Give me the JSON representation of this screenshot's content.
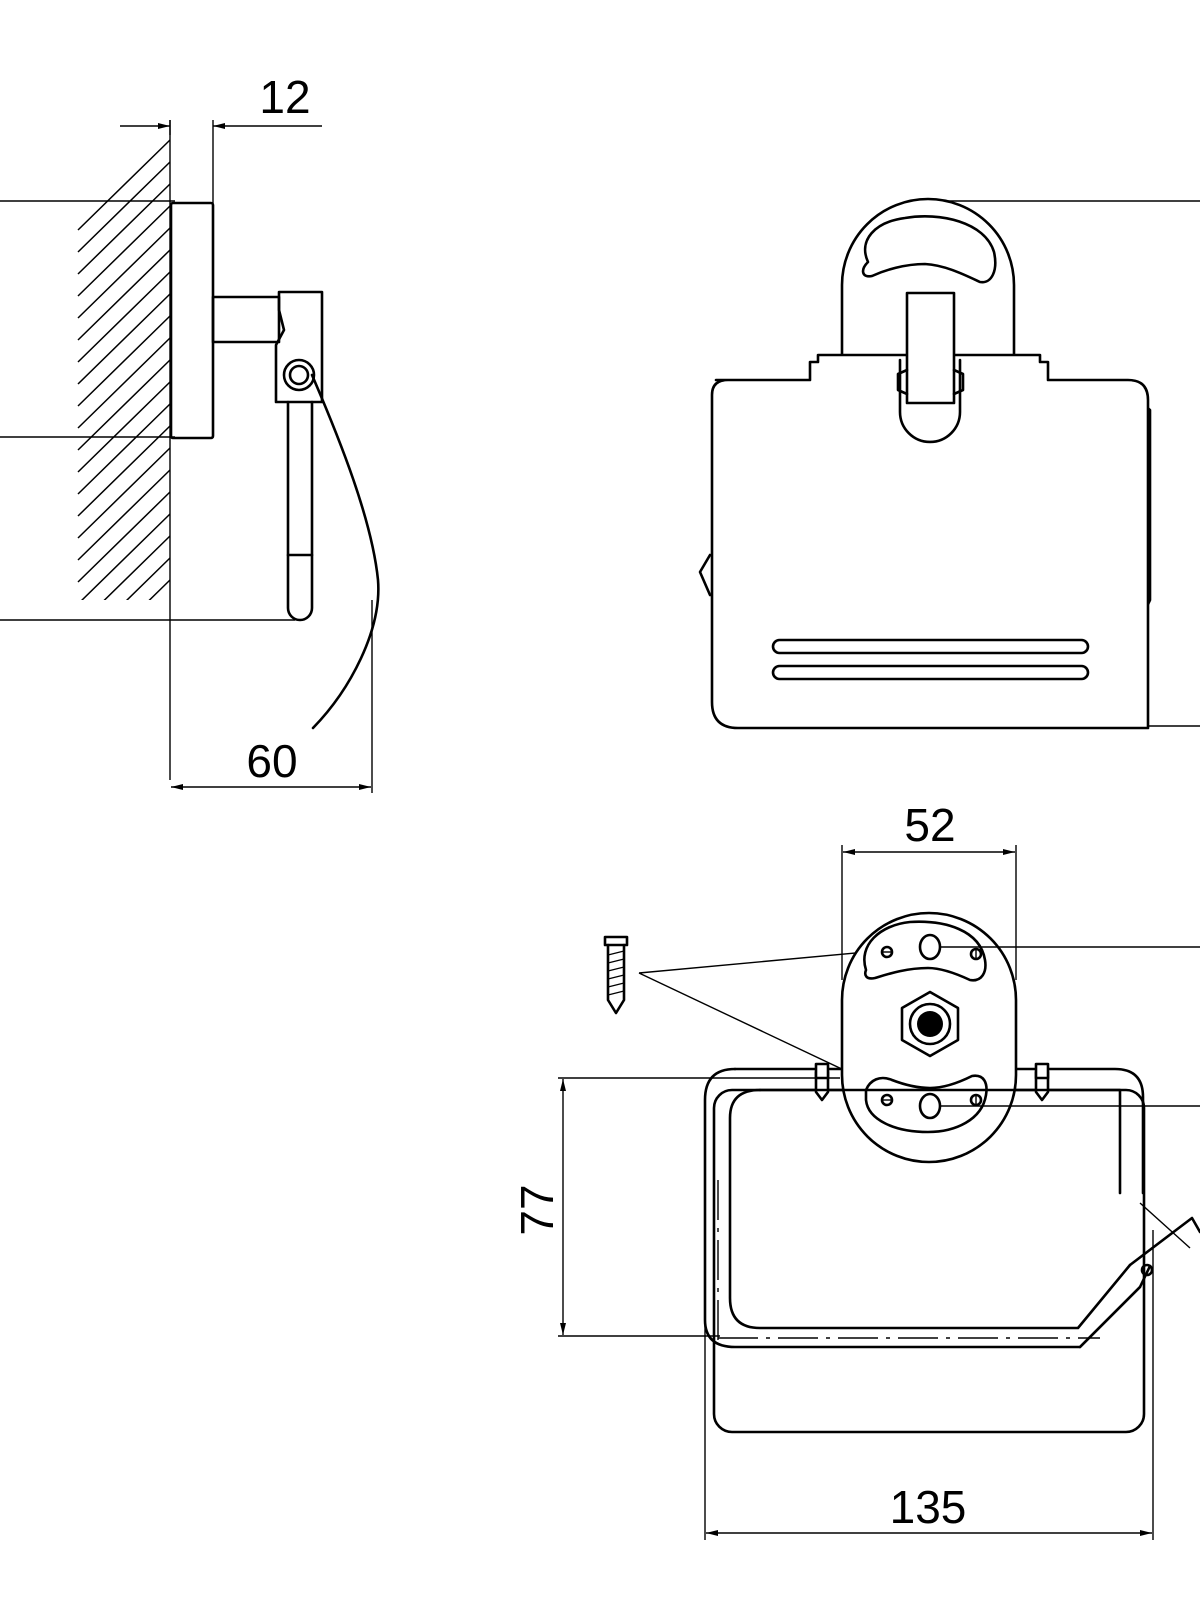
{
  "dimensions": {
    "mount_plate_thickness": "12",
    "side_depth": "60",
    "plate_width": "52",
    "bottom_height": "77",
    "overall_width": "135"
  },
  "colors": {
    "line": "#000000",
    "background": "#ffffff"
  },
  "icons": [
    "screw-icon",
    "hex-nut-icon"
  ]
}
